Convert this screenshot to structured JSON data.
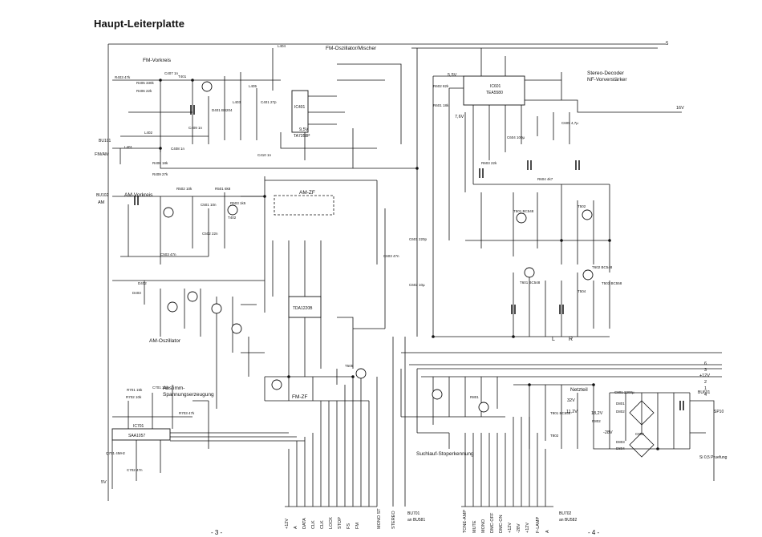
{
  "title": "Haupt-Leiterplatte",
  "sections": {
    "fm_vorkreis": "FM-Vorkreis",
    "fm_oszillator": "FM-Oszillator/Mischer",
    "am_vorkreis": "AM-Vorkreis",
    "am_zf": "AM-ZF",
    "am_oszillator": "AM-Oszillator",
    "fm_zf": "FM-ZF",
    "abstimm_1": "Abstimm-",
    "abstimm_2": "Spannungserzeugung",
    "stereo_decoder_1": "Stereo-Decoder",
    "stereo_decoder_2": "NF-Vorverstärker",
    "netzteil": "Netzteil",
    "suchlauf": "Suchlauf-Stoperkennung"
  },
  "ics": {
    "ic401": "IC401",
    "ic_mixer": "TA7358P",
    "ic601": "IC601",
    "ic601_type": "TEA5580",
    "ic_am": "TDA1220B",
    "ic701": "IC701",
    "ic701_type": "SAA1057"
  },
  "voltages": {
    "v5_top": "5",
    "v95": "9,5V",
    "v5v": "5,5V",
    "v76": "7,6V",
    "v16": "16V",
    "v112": "11,2V",
    "v32": "32V",
    "v182": "18,2V",
    "vm28": "-28V",
    "v5_left": "5V"
  },
  "inputs": {
    "fm_am": "FM/AM",
    "am": "AM"
  },
  "channels": {
    "left": "L",
    "right": "R"
  },
  "connectors": {
    "bu701": "BU701",
    "bu702": "BU702",
    "bu101": "BU101",
    "bu102": "BU102",
    "lbl_bu581": "an BU581",
    "lbl_bu582": "an BU582",
    "bu601": "BU601",
    "sp_bus": "SP10"
  },
  "bus_left": [
    "+12V",
    "A",
    "DATA",
    "CLK",
    "CLK",
    "LOCK",
    "STOP",
    "FS",
    "FM",
    "MONO ST",
    "STEREO"
  ],
  "bus_right": [
    "TONE-AMP",
    "MUTE",
    "MONO",
    "DMC-OFF",
    "DMC-ON",
    "+12V",
    "-28V",
    "+12V",
    "F-LAMP",
    "A"
  ],
  "right_rail": [
    "6",
    "3",
    "+12V",
    "2",
    "1",
    "4"
  ],
  "fuse": "Si 0,5 Pruefung",
  "pages": {
    "left": "- 3 -",
    "right": "- 4 -"
  },
  "part_labels": [
    "R403 47k",
    "R405 330k",
    "R406 22k",
    "C407 1n",
    "C408 1n",
    "C409 1n",
    "C410 1n",
    "R408 18k",
    "R409 27k",
    "L401",
    "L402",
    "L403",
    "L404",
    "L405",
    "C401 27p",
    "R501 6k8",
    "R502 10k",
    "R503 1k5",
    "C501 10n",
    "C502 22n",
    "C503 47n",
    "R601 18k",
    "R602 82k",
    "C601 220p",
    "C602 10µ",
    "C603 47n",
    "D401 BB204",
    "D402",
    "D403",
    "T401",
    "T402",
    "R701 15k",
    "R702 10k",
    "R703 47k",
    "C701 10µ",
    "C702 47n",
    "Q701 4MHz",
    "T501 BC548",
    "T502",
    "T503 BC558",
    "T504",
    "T505",
    "T601 BC548",
    "T602 BC548",
    "R801",
    "R802",
    "C801 2200µ",
    "C802",
    "D801",
    "D802",
    "D803",
    "D804",
    "T801 BC558",
    "T802",
    "R603 22k",
    "R604 4k7",
    "C604 100µ",
    "C605 4,7µ"
  ]
}
